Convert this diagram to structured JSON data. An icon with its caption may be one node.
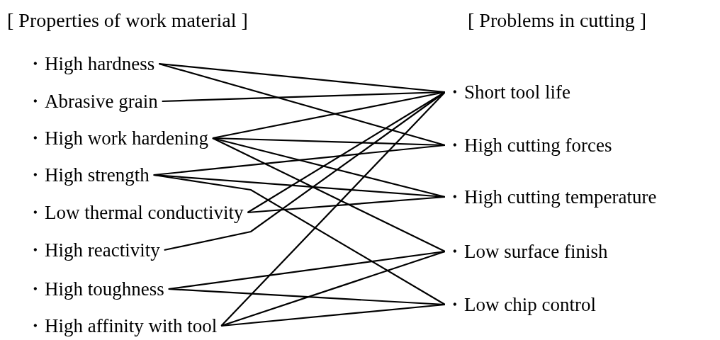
{
  "diagram": {
    "nodes": [
      {
        "text": [
          "・High hardness"
        ]
      },
      {
        "text": [
          "・Abrasive grain"
        ]
      },
      {
        "text": [
          "・High work hardening"
        ]
      },
      {
        "text": [
          "・High strength"
        ]
      },
      {
        "text": [
          "・Low thermal conductivity"
        ]
      },
      {
        "text": [
          "・High reactivity"
        ]
      },
      {
        "text": [
          "・High toughness"
        ]
      },
      {
        "text": [
          "・High affinity with tool"
        ]
      },
      {
        "text": [
          "・Short tool life"
        ]
      },
      {
        "text": [
          "・High cutting forces"
        ]
      },
      {
        "text": [
          "・High cutting temperature"
        ]
      },
      {
        "text": [
          "・Low surface finish"
        ]
      },
      {
        "text": [
          "・Low chip control"
        ]
      }
    ],
    "edges": [
      {
        "from": 0,
        "to": 8,
        "arrow": "none"
      },
      {
        "from": 0,
        "to": 9,
        "arrow": "none"
      },
      {
        "from": 1,
        "to": 8,
        "arrow": "none"
      },
      {
        "from": 2,
        "to": 8,
        "arrow": "none"
      },
      {
        "from": 2,
        "to": 9,
        "arrow": "none"
      },
      {
        "from": 2,
        "to": 10,
        "arrow": "none"
      },
      {
        "from": 2,
        "to": 11,
        "arrow": "none"
      },
      {
        "from": 3,
        "to": 9,
        "arrow": "none"
      },
      {
        "from": 3,
        "to": 10,
        "arrow": "none"
      },
      {
        "from": 3,
        "to": 12,
        "arrow": "none"
      },
      {
        "from": 4,
        "to": 8,
        "arrow": "none"
      },
      {
        "from": 4,
        "to": 10,
        "arrow": "none"
      },
      {
        "from": 5,
        "to": 8,
        "arrow": "none"
      },
      {
        "from": 6,
        "to": 11,
        "arrow": "none"
      },
      {
        "from": 6,
        "to": 12,
        "arrow": "none"
      },
      {
        "from": 7,
        "to": 8,
        "arrow": "none"
      },
      {
        "from": 7,
        "to": 11,
        "arrow": "none"
      },
      {
        "from": 7,
        "to": 12,
        "arrow": "none"
      }
    ],
    "labels": [
      "[ Properties of work material ]",
      "[ Problems in cutting ]"
    ]
  }
}
